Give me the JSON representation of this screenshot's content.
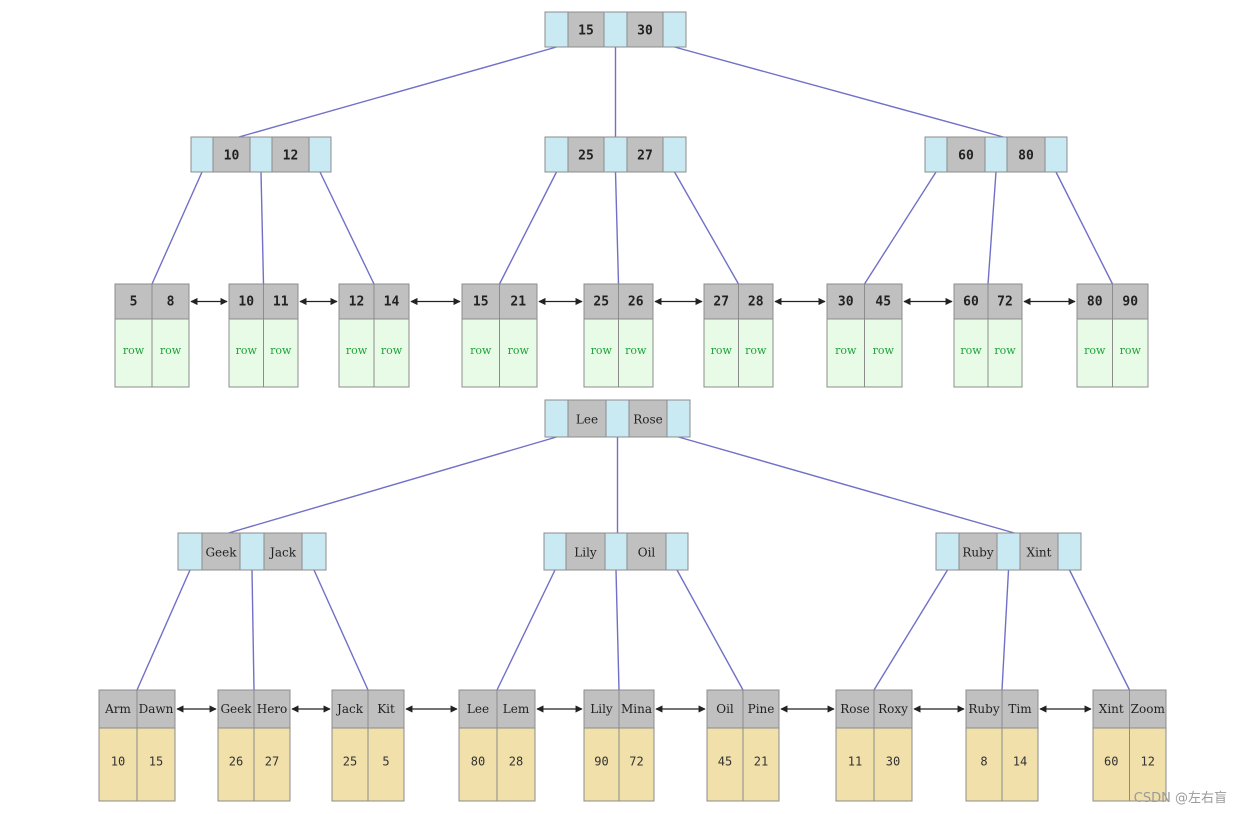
{
  "colors": {
    "pointer": "#c9e9f3",
    "key": "#c0c0c0",
    "row": "#e8fbe6",
    "value": "#f1e0aa",
    "edge": "#7070c8",
    "cell_border": "#8c8c8c"
  },
  "tree1": {
    "root": {
      "keys": [
        "15",
        "30"
      ]
    },
    "internal": [
      {
        "keys": [
          "10",
          "12"
        ]
      },
      {
        "keys": [
          "25",
          "27"
        ]
      },
      {
        "keys": [
          "60",
          "80"
        ]
      }
    ],
    "leaves": [
      {
        "keys": [
          "5",
          "8"
        ],
        "data": [
          "row",
          "row"
        ]
      },
      {
        "keys": [
          "10",
          "11"
        ],
        "data": [
          "row",
          "row"
        ]
      },
      {
        "keys": [
          "12",
          "14"
        ],
        "data": [
          "row",
          "row"
        ]
      },
      {
        "keys": [
          "15",
          "21"
        ],
        "data": [
          "row",
          "row"
        ]
      },
      {
        "keys": [
          "25",
          "26"
        ],
        "data": [
          "row",
          "row"
        ]
      },
      {
        "keys": [
          "27",
          "28"
        ],
        "data": [
          "row",
          "row"
        ]
      },
      {
        "keys": [
          "30",
          "45"
        ],
        "data": [
          "row",
          "row"
        ]
      },
      {
        "keys": [
          "60",
          "72"
        ],
        "data": [
          "row",
          "row"
        ]
      },
      {
        "keys": [
          "80",
          "90"
        ],
        "data": [
          "row",
          "row"
        ]
      }
    ]
  },
  "tree2": {
    "root": {
      "keys": [
        "Lee",
        "Rose"
      ]
    },
    "internal": [
      {
        "keys": [
          "Geek",
          "Jack"
        ]
      },
      {
        "keys": [
          "Lily",
          "Oil"
        ]
      },
      {
        "keys": [
          "Ruby",
          "Xint"
        ]
      }
    ],
    "leaves": [
      {
        "keys": [
          "Arm",
          "Dawn"
        ],
        "data": [
          "10",
          "15"
        ]
      },
      {
        "keys": [
          "Geek",
          "Hero"
        ],
        "data": [
          "26",
          "27"
        ]
      },
      {
        "keys": [
          "Jack",
          "Kit"
        ],
        "data": [
          "25",
          "5"
        ]
      },
      {
        "keys": [
          "Lee",
          "Lem"
        ],
        "data": [
          "80",
          "28"
        ]
      },
      {
        "keys": [
          "Lily",
          "Mina"
        ],
        "data": [
          "90",
          "72"
        ]
      },
      {
        "keys": [
          "Oil",
          "Pine"
        ],
        "data": [
          "45",
          "21"
        ]
      },
      {
        "keys": [
          "Rose",
          "Roxy"
        ],
        "data": [
          "11",
          "30"
        ]
      },
      {
        "keys": [
          "Ruby",
          "Tim"
        ],
        "data": [
          "8",
          "14"
        ]
      },
      {
        "keys": [
          "Xint",
          "Zoom"
        ],
        "data": [
          "60",
          "12"
        ]
      }
    ]
  },
  "watermark": "CSDN @左右盲"
}
